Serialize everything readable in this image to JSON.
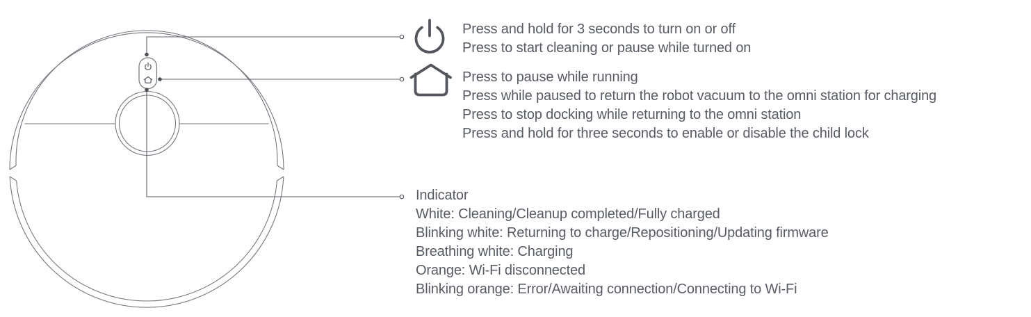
{
  "diagram_title": "robot-vacuum-top-view-controls",
  "callouts": {
    "power": {
      "icon": "power",
      "lines": [
        "Press and hold for 3 seconds to turn on or off",
        "Press to start cleaning or pause while turned on"
      ]
    },
    "home": {
      "icon": "home",
      "lines": [
        "Press to pause while running",
        "Press while paused to return the robot vacuum to the omni station for charging",
        "Press to stop docking while returning to the omni station",
        "Press and hold for three seconds to enable or disable the child lock"
      ]
    },
    "indicator": {
      "title": "Indicator",
      "lines": [
        "White: Cleaning/Cleanup completed/Fully charged",
        "Blinking white: Returning to charge/Repositioning/Updating firmware",
        "Breathing white: Charging",
        "Orange: Wi-Fi disconnected",
        "Blinking orange: Error/Awaiting connection/Connecting to Wi-Fi"
      ]
    }
  },
  "colors": {
    "background": "#ffffff",
    "text": "#575b63",
    "icon_stroke": "#53565c",
    "robot_line": "#73767d",
    "callout_line": "#5a5e65"
  }
}
